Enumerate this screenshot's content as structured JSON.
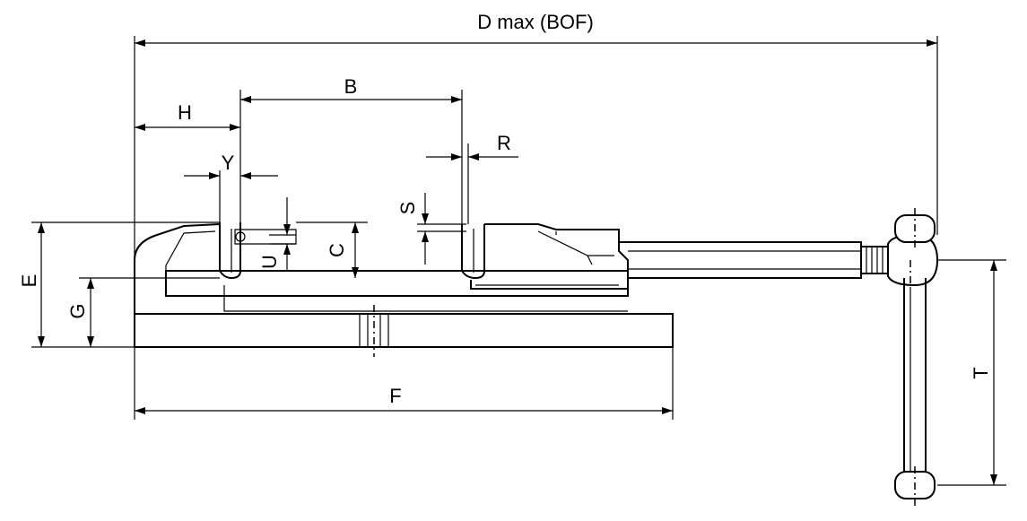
{
  "diagram": {
    "labels": {
      "d_max": "D max (BOF)",
      "b": "B",
      "h": "H",
      "r": "R",
      "y": "Y",
      "s": "S",
      "u": "U",
      "c": "C",
      "e": "E",
      "g": "G",
      "f": "F",
      "t": "T"
    }
  }
}
